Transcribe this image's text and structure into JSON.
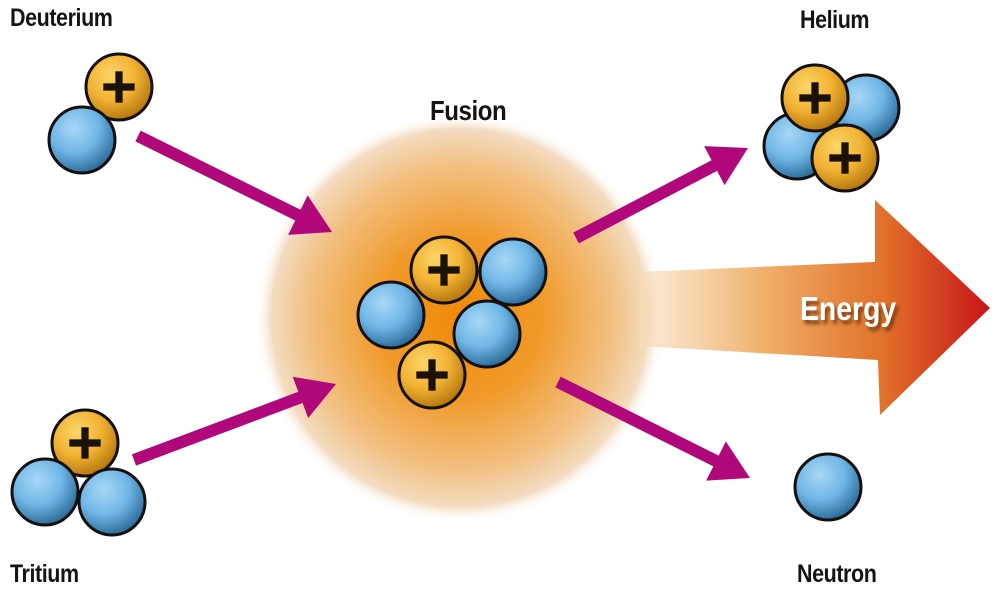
{
  "title": "Fusion",
  "labels": {
    "deuterium": "Deuterium",
    "tritium": "Tritium",
    "helium": "Helium",
    "neutron": "Neutron",
    "fusion": "Fusion",
    "energy": "Energy"
  },
  "particles": {
    "proton_symbol": "+",
    "proton_color": "#f2b233",
    "neutron_color": "#6fb6e6",
    "outline_color": "#141010"
  },
  "colors": {
    "arrow": "#b0087a",
    "glow": "#f0901a",
    "energy_arrow_start": "#f6d3a6",
    "energy_arrow_end": "#cc1515"
  },
  "composition": {
    "deuterium": {
      "protons": 1,
      "neutrons": 1
    },
    "tritium": {
      "protons": 1,
      "neutrons": 2
    },
    "fusion_core": {
      "protons": 2,
      "neutrons": 3
    },
    "helium": {
      "protons": 2,
      "neutrons": 2
    },
    "neutron": {
      "protons": 0,
      "neutrons": 1
    }
  }
}
